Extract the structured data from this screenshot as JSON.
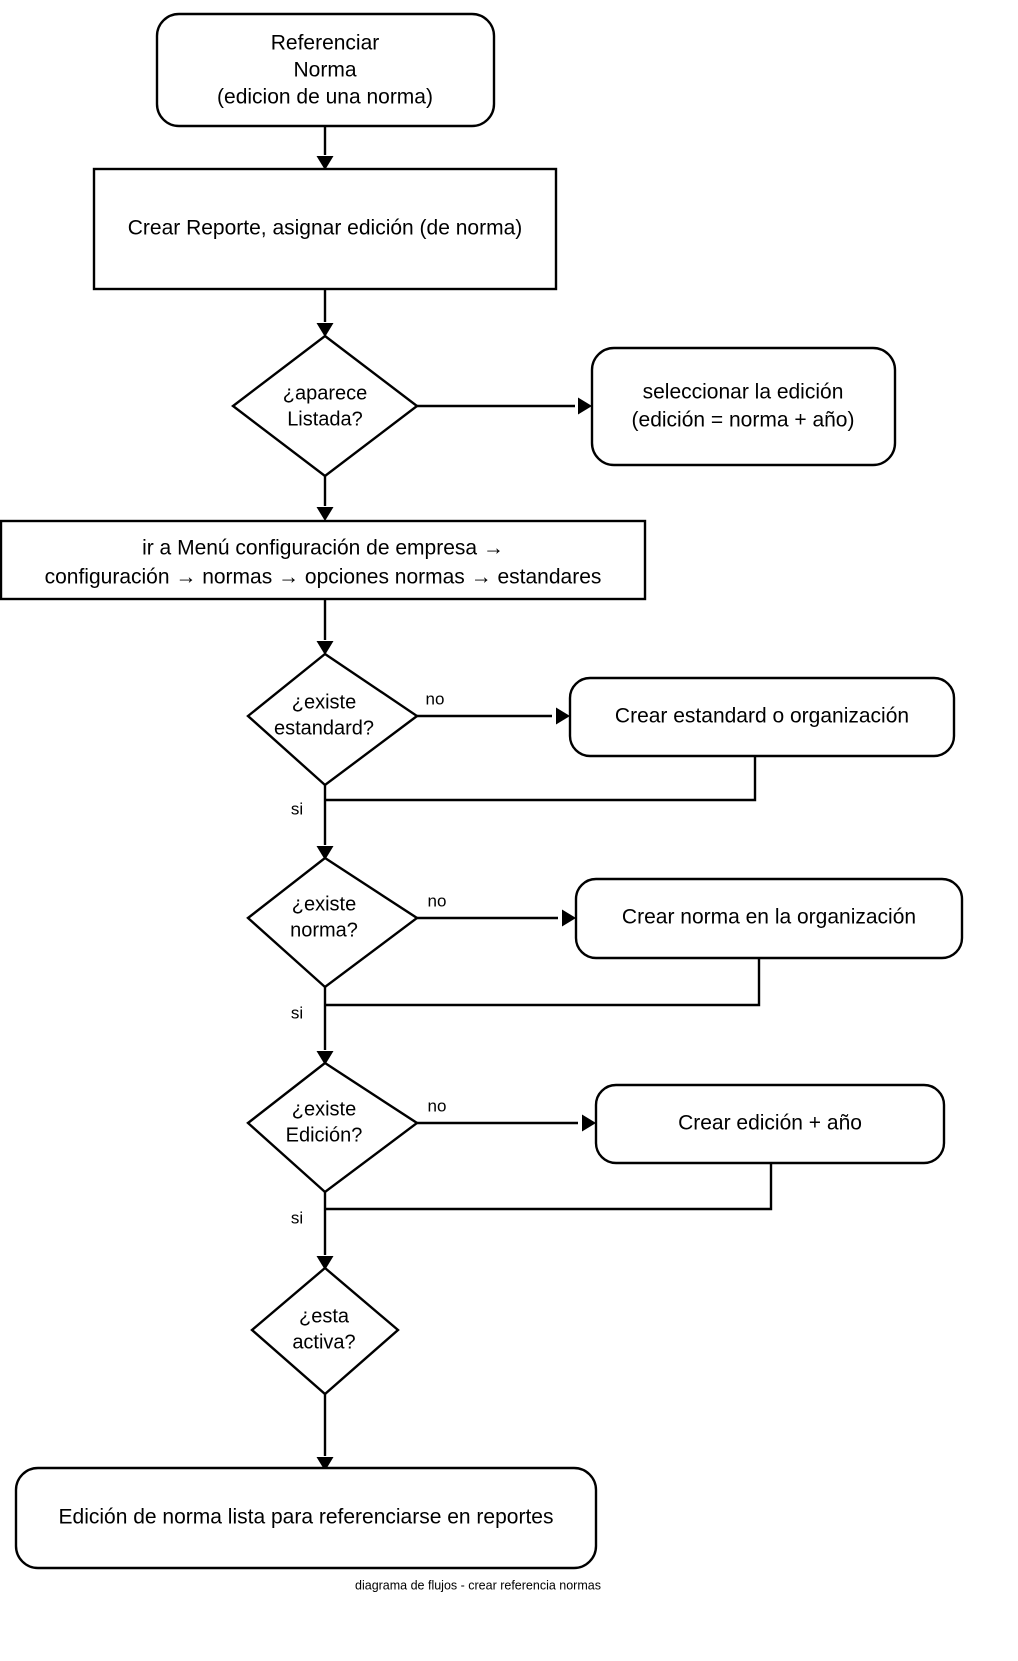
{
  "diagram": {
    "caption": "diagrama de flujos - crear referencia normas",
    "colors": {
      "background": "#ffffff",
      "stroke": "#000000",
      "fill": "#ffffff",
      "text": "#000000"
    },
    "nodes": {
      "start": {
        "shape": "rounded-rectangle",
        "line1": "Referenciar",
        "line2": "Norma",
        "line3": "(edicion de una norma)"
      },
      "crear_reporte": {
        "shape": "rectangle",
        "line1": "Crear Reporte, asignar edición (de norma)"
      },
      "aparece_listada": {
        "shape": "diamond",
        "line1": "¿aparece",
        "line2": "Listada?"
      },
      "seleccionar_edicion": {
        "shape": "rounded-rectangle",
        "line1": "seleccionar la edición",
        "line2": "(edición = norma + año)"
      },
      "ir_a_menu": {
        "shape": "rectangle",
        "line1": "ir a Menú configuración de empresa →",
        "line2": "configuración → normas → opciones normas → estandares"
      },
      "existe_estandard": {
        "shape": "diamond",
        "line1": "¿existe",
        "line2": "estandard?"
      },
      "crear_estandard": {
        "shape": "rounded-rectangle",
        "line1": "Crear estandard o organización"
      },
      "existe_norma": {
        "shape": "diamond",
        "line1": "¿existe",
        "line2": "norma?"
      },
      "crear_norma": {
        "shape": "rounded-rectangle",
        "line1": "Crear norma en la organización"
      },
      "existe_edicion": {
        "shape": "diamond",
        "line1": "¿existe",
        "line2": "Edición?"
      },
      "crear_edicion": {
        "shape": "rounded-rectangle",
        "line1": "Crear edición + año"
      },
      "esta_activa": {
        "shape": "diamond",
        "line1": "¿esta",
        "line2": "activa?"
      },
      "final": {
        "shape": "rounded-rectangle",
        "line1": "Edición de norma lista para referenciarse en reportes"
      }
    },
    "edge_labels": {
      "estandard_no": "no",
      "estandard_si": "si",
      "norma_no": "no",
      "norma_si": "si",
      "edicion_no": "no",
      "edicion_si": "si"
    },
    "flow_order": [
      "start",
      "crear_reporte",
      "aparece_listada",
      "seleccionar_edicion",
      "ir_a_menu",
      "existe_estandard",
      "crear_estandard",
      "existe_norma",
      "crear_norma",
      "existe_edicion",
      "crear_edicion",
      "esta_activa",
      "final"
    ]
  }
}
